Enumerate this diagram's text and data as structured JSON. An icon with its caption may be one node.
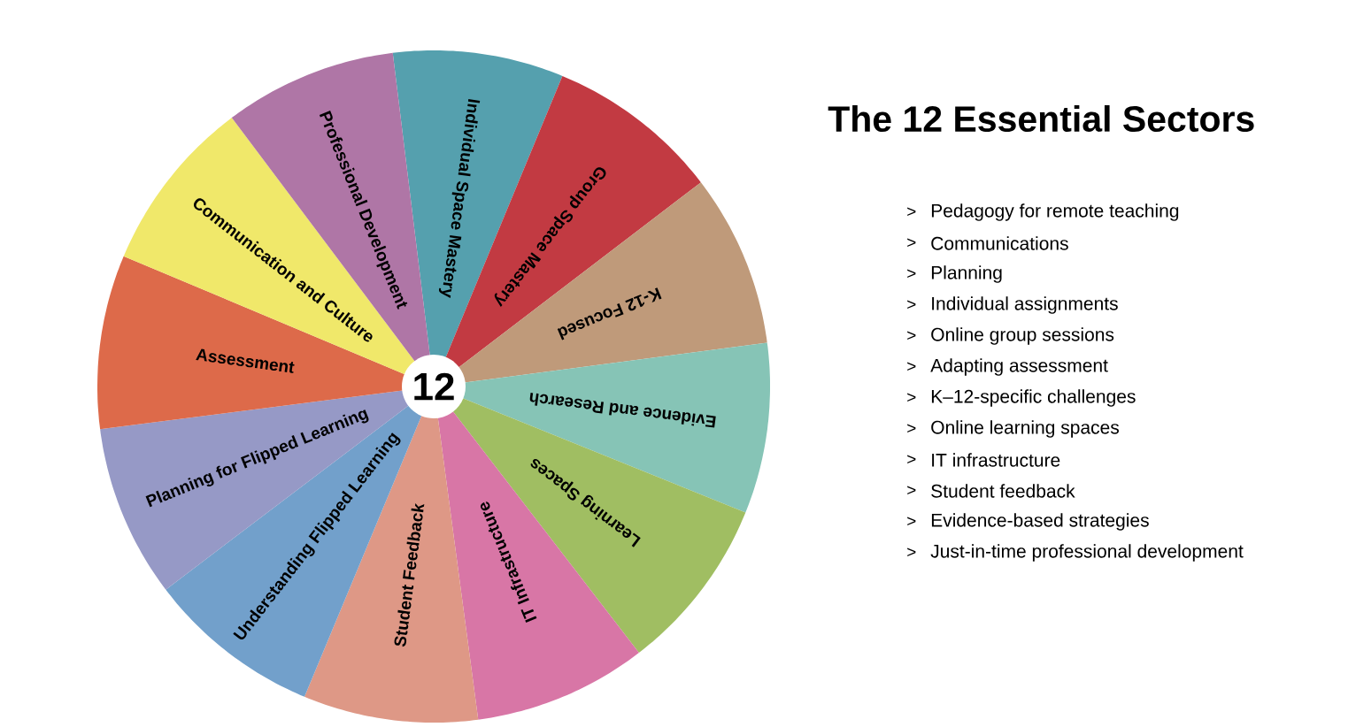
{
  "diagram": {
    "title": "The 12 Essential Sectors",
    "nodes": [
      {
        "text": [
          "Individual Space Mastery"
        ]
      },
      {
        "text": [
          "Group Space Mastery"
        ]
      },
      {
        "text": [
          "K-12 Focused"
        ]
      },
      {
        "text": [
          "Evidence and Research"
        ]
      },
      {
        "text": [
          "Learning Spaces"
        ]
      },
      {
        "text": [
          "IT Infrastructure"
        ]
      },
      {
        "text": [
          "Student Feedback"
        ]
      },
      {
        "text": [
          "Understanding Flipped Learning"
        ]
      },
      {
        "text": [
          "Planning for Flipped Learning"
        ]
      },
      {
        "text": [
          "Assessment"
        ]
      },
      {
        "text": [
          "Communication and Culture"
        ]
      },
      {
        "text": [
          "Professional Development"
        ]
      },
      {
        "text": [
          "12"
        ]
      }
    ],
    "labels": [
      ">",
      "Pedagogy for remote teaching",
      ">",
      "Communications",
      ">",
      "Planning",
      ">",
      "Individual assignments",
      ">",
      "Online group sessions",
      ">",
      "Adapting assessment",
      ">",
      "K–12-specific challenges",
      ">",
      "Online learning spaces",
      ">",
      "IT infrastructure",
      ">",
      "Student feedback",
      ">",
      "Evidence-based strategies",
      ">",
      "Just-in-time professional development"
    ]
  }
}
